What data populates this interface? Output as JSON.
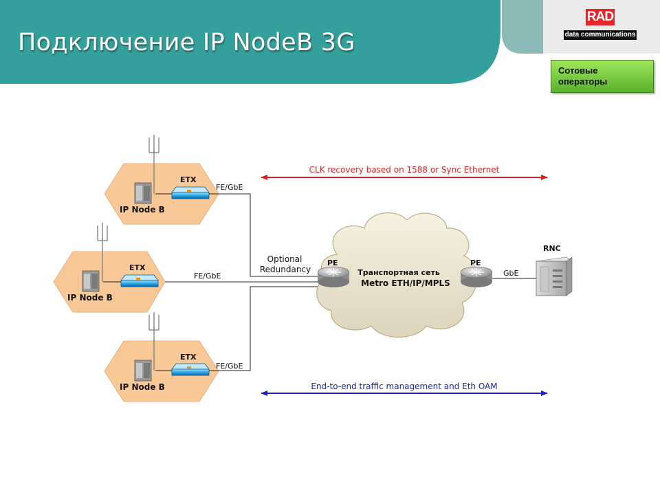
{
  "slide": {
    "title": "Подключение IP NodeB 3G",
    "category_badge": "Сотовые операторы"
  },
  "logo": {
    "brand": "RAD",
    "tagline": "data communications"
  },
  "diagram": {
    "sites": [
      {
        "node_label": "IP Node B",
        "device_label": "ETX",
        "link_label": "FE/GbE"
      },
      {
        "node_label": "IP Node B",
        "device_label": "ETX",
        "link_label": "FE/GbE"
      },
      {
        "node_label": "IP Node B",
        "device_label": "ETX",
        "link_label": "FE/GbE"
      }
    ],
    "redundancy_label_line1": "Optional",
    "redundancy_label_line2": "Redundancy",
    "pe_left_label": "PE",
    "pe_right_label": "PE",
    "cloud_line1": "Транспортная сеть",
    "cloud_line2": "Metro ETH/IP/MPLS",
    "rnc_link_label": "GbE",
    "rnc_label": "RNC",
    "top_arrow_label": "CLK recovery based on 1588 or Sync Ethernet",
    "bottom_arrow_label": "End-to-end traffic management and Eth OAM",
    "colors": {
      "header_teal": "#34a09b",
      "header_tab": "#8bbab8",
      "hexagon_fill": "#f8c896",
      "clk_arrow": "#e02020",
      "oam_arrow": "#1a24c8",
      "badge_green": "#7fd43f"
    }
  }
}
